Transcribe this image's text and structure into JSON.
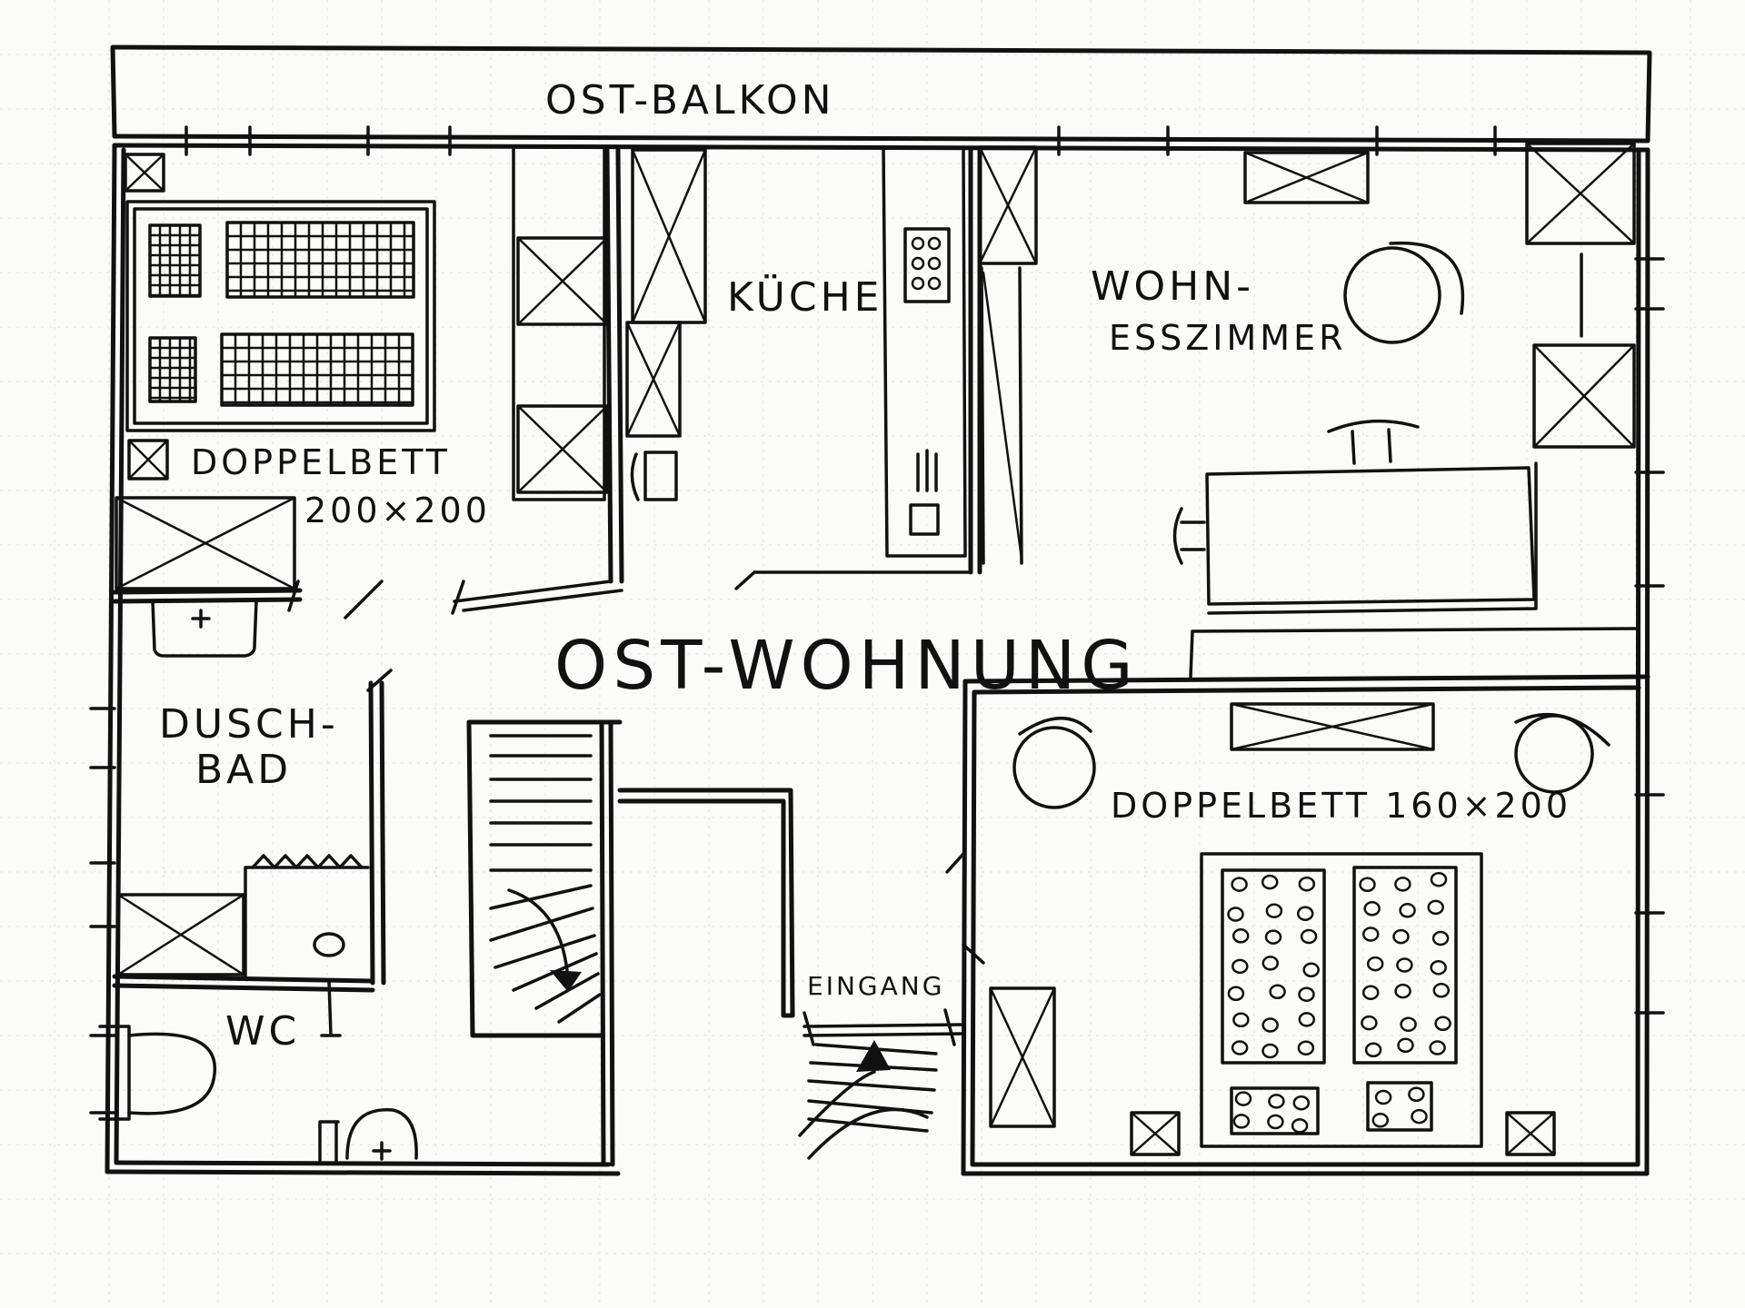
{
  "labels": {
    "balcony": "OST-BALKON",
    "kitchen": "KÜCHE",
    "living_1": "WOHN-",
    "living_2": "ESSZIMMER",
    "bedroom1_label": "DOPPELBETT",
    "bedroom1_size": "200×200",
    "apartment": "OST-WOHNUNG",
    "bath_1": "DUSCH-",
    "bath_2": "BAD",
    "wc": "WC",
    "bedroom2": "DOPPELBETT 160×200",
    "entrance": "EINGANG"
  }
}
